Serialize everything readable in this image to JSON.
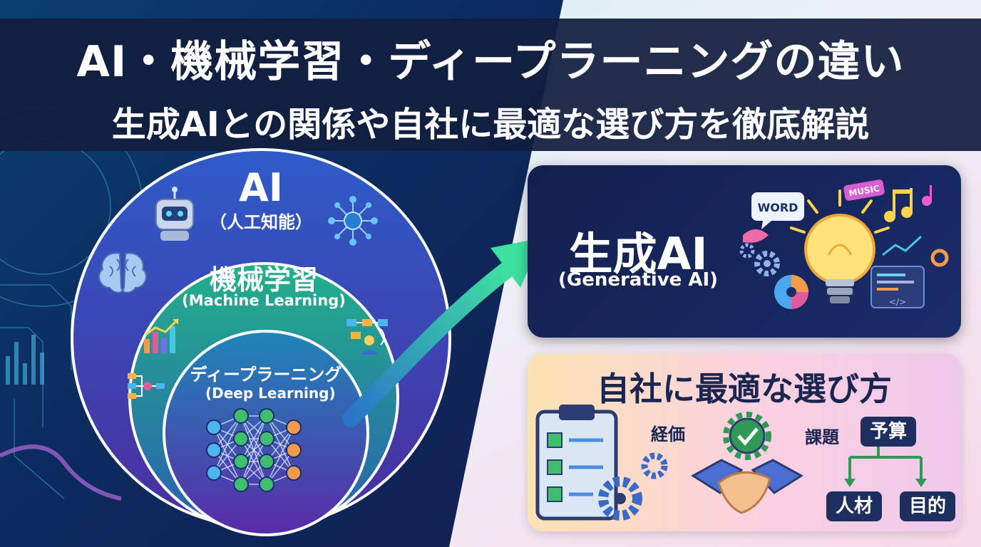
{
  "header": {
    "title": "AI・機械学習・ディープラーニングの違い",
    "subtitle": "生成AIとの関係や自社に最適な選び方を徹底解説"
  },
  "diagram": {
    "ai": {
      "label": "AI",
      "sub": "（人工知能）"
    },
    "ml": {
      "label": "機械学習",
      "sub": "(Machine Learning)"
    },
    "dl": {
      "label": "ディープラーニング",
      "sub": "(Deep Learning)"
    }
  },
  "generative": {
    "label": "生成AI",
    "sub": "(Generative AI)",
    "bubble_word": "WORD",
    "bubble_music": "MUSIC",
    "code_tag": "</>"
  },
  "selection": {
    "title": "自社に最適な選び方",
    "tag_cost": "経価",
    "tag_issue": "課題",
    "budget": "予算",
    "talent": "人材",
    "purpose": "目的"
  },
  "colors": {
    "header_bg": "#121e3e",
    "ai_circle": "#2a47b8",
    "ml_circle": "#1a9a7a",
    "dl_circle": "#3346a8",
    "arrow": "#2ec49a",
    "pill": "#1d2f5e"
  },
  "icons": [
    "robot-icon",
    "network-icon",
    "brain-icon",
    "bar-chart-icon",
    "flowchart-icon",
    "org-chart-icon",
    "neural-network-icon",
    "lightbulb-icon",
    "music-note-icon",
    "gear-icon",
    "clipboard-checklist-icon",
    "handshake-icon",
    "gear-check-icon",
    "tree-arrows-icon"
  ]
}
